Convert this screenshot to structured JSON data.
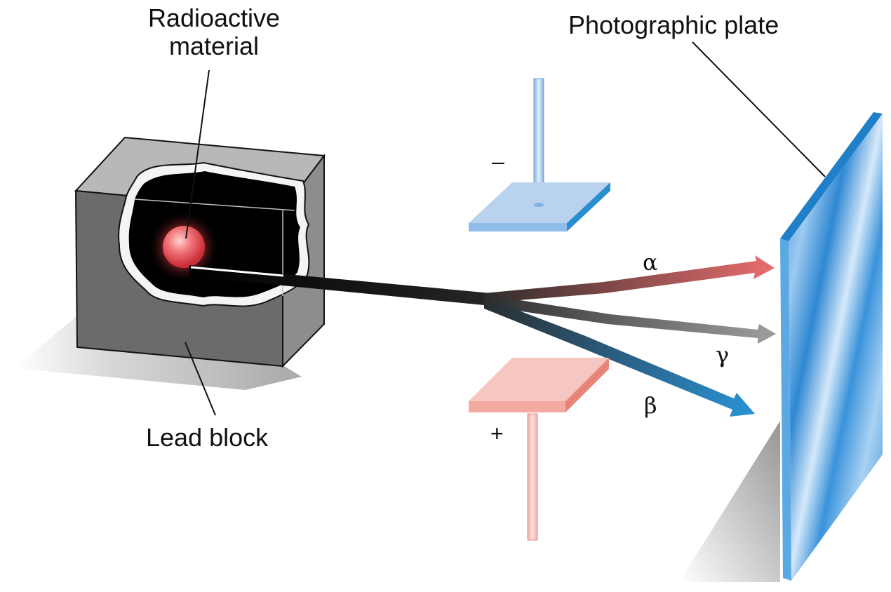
{
  "labels": {
    "radioactive_line1": "Radioactive",
    "radioactive_line2": "material",
    "lead_block": "Lead block",
    "photographic_plate": "Photographic plate",
    "alpha": "α",
    "gamma": "γ",
    "beta": "β",
    "negative_sign": "–",
    "positive_sign": "+"
  },
  "colors": {
    "alpha_beam": "#e36b6b",
    "gamma_beam": "#9a9a9a",
    "beta_beam": "#2a8fd0",
    "negative_plate": "#b9d3ef",
    "positive_plate": "#f6c7c0",
    "photographic_plate": "#3b9be0",
    "lead_block": "#6b6b6b",
    "source": "#e8484f"
  }
}
